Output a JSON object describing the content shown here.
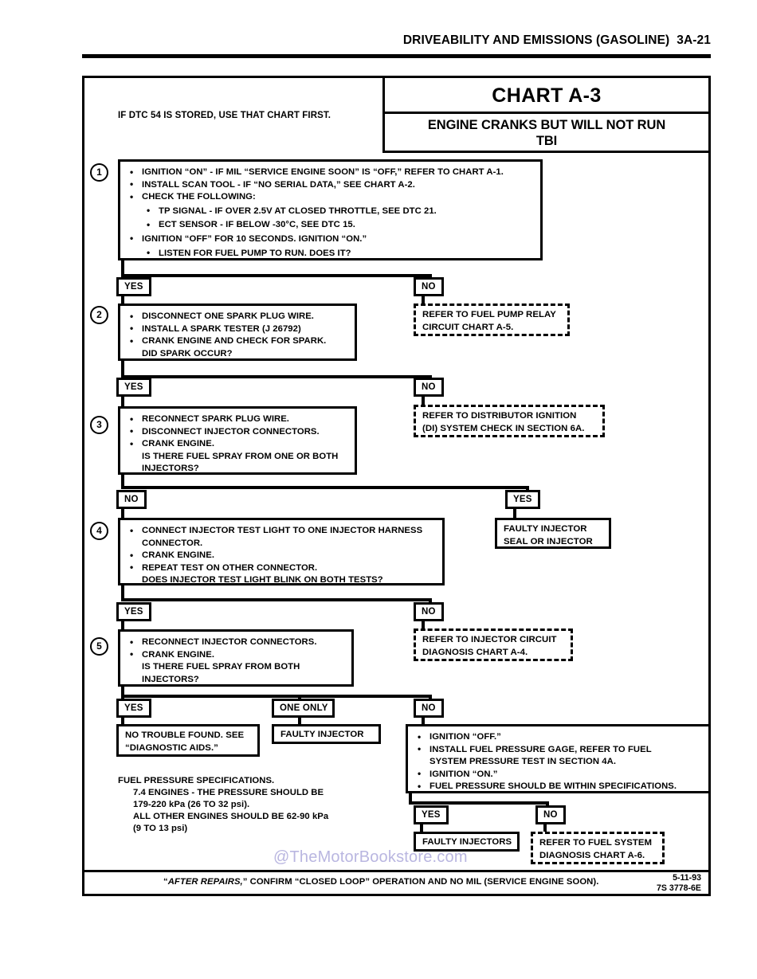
{
  "page": {
    "header_title": "DRIVEABILITY AND EMISSIONS (GASOLINE)",
    "header_page_number": "3A-21",
    "watermark": "@TheMotorBookstore.com"
  },
  "chart": {
    "title": "CHART A-3",
    "subtitle_line1": "ENGINE CRANKS BUT WILL NOT RUN",
    "subtitle_line2": "TBI",
    "intro_note": "IF DTC 54 IS STORED, USE THAT CHART FIRST."
  },
  "steps": [
    {
      "number": "1",
      "lines": [
        {
          "text": "IGNITION “ON” - IF MIL “SERVICE ENGINE SOON” IS “OFF,”  REFER TO CHART A-1.",
          "style": "bulleted"
        },
        {
          "text": "INSTALL SCAN TOOL - IF “NO SERIAL DATA,” SEE CHART A-2.",
          "style": "bulleted"
        },
        {
          "text": "CHECK THE FOLLOWING:",
          "style": "bulleted"
        },
        {
          "text": "TP SIGNAL - IF OVER 2.5V AT CLOSED THROTTLE,  SEE DTC 21.",
          "style": "sub"
        },
        {
          "text": "ECT SENSOR - IF BELOW -30°C, SEE DTC 15.",
          "style": "sub"
        },
        {
          "text": "IGNITION “OFF” FOR 10 SECONDS.  IGNITION “ON.”",
          "style": "bulleted"
        },
        {
          "text": "LISTEN FOR FUEL PUMP TO RUN.  DOES IT?",
          "style": "sub"
        }
      ]
    },
    {
      "number": "2",
      "lines": [
        {
          "text": "DISCONNECT ONE SPARK PLUG WIRE.",
          "style": "bulleted"
        },
        {
          "text": "INSTALL A SPARK TESTER (J 26792)",
          "style": "bulleted"
        },
        {
          "text": "CRANK ENGINE AND CHECK FOR SPARK.",
          "style": "bulleted"
        },
        {
          "text": "DID SPARK OCCUR?",
          "style": "cont"
        }
      ]
    },
    {
      "number": "3",
      "lines": [
        {
          "text": "RECONNECT SPARK PLUG WIRE.",
          "style": "bulleted"
        },
        {
          "text": "DISCONNECT INJECTOR CONNECTORS.",
          "style": "bulleted"
        },
        {
          "text": "CRANK ENGINE.",
          "style": "bulleted"
        },
        {
          "text": "IS THERE FUEL SPRAY FROM ONE OR BOTH",
          "style": "cont"
        },
        {
          "text": "INJECTORS?",
          "style": "cont"
        }
      ]
    },
    {
      "number": "4",
      "lines": [
        {
          "text": "CONNECT INJECTOR TEST LIGHT TO ONE INJECTOR HARNESS",
          "style": "bulleted"
        },
        {
          "text": "CONNECTOR.",
          "style": "cont"
        },
        {
          "text": "CRANK ENGINE.",
          "style": "bulleted"
        },
        {
          "text": "REPEAT TEST ON OTHER CONNECTOR.",
          "style": "bulleted"
        },
        {
          "text": "DOES INJECTOR TEST LIGHT BLINK ON BOTH TESTS?",
          "style": "cont"
        }
      ]
    },
    {
      "number": "5",
      "lines": [
        {
          "text": "RECONNECT INJECTOR CONNECTORS.",
          "style": "bulleted"
        },
        {
          "text": "CRANK ENGINE.",
          "style": "bulleted"
        },
        {
          "text": "IS THERE FUEL SPRAY FROM BOTH",
          "style": "cont"
        },
        {
          "text": "INJECTORS?",
          "style": "cont"
        }
      ]
    }
  ],
  "decisions": {
    "d1_yes": "YES",
    "d1_no": "NO",
    "d2_yes": "YES",
    "d2_no": "NO",
    "d3_no": "NO",
    "d3_yes": "YES",
    "d4_yes": "YES",
    "d4_no": "NO",
    "d5_yes": "YES",
    "d5_one_only": "ONE ONLY",
    "d5_no": "NO",
    "d6_yes": "YES",
    "d6_no": "NO"
  },
  "results": {
    "fuel_pump_relay": {
      "line1": "REFER TO FUEL PUMP RELAY",
      "line2": "CIRCUIT CHART A-5."
    },
    "distributor_ignition": {
      "line1": "REFER TO DISTRIBUTOR IGNITION",
      "line2": "(DI) SYSTEM CHECK IN SECTION 6A."
    },
    "faulty_injector_seal": {
      "line1": "FAULTY INJECTOR",
      "line2": "SEAL OR INJECTOR"
    },
    "injector_circuit": {
      "line1": "REFER TO INJECTOR CIRCUIT",
      "line2": "DIAGNOSIS CHART A-4."
    },
    "no_trouble_found": {
      "line1": "NO TROUBLE FOUND.  SEE",
      "line2": "“DIAGNOSTIC AIDS.”"
    },
    "faulty_injector": {
      "line1": "FAULTY INJECTOR"
    },
    "faulty_injectors": {
      "line1": "FAULTY INJECTORS"
    },
    "fuel_system_diagnosis": {
      "line1": "REFER TO FUEL SYSTEM",
      "line2": "DIAGNOSIS CHART A-6."
    }
  },
  "fuel_pressure_step": {
    "lines": [
      {
        "text": "IGNITION “OFF.”",
        "style": "bulleted"
      },
      {
        "text": "INSTALL FUEL PRESSURE GAGE, REFER TO FUEL",
        "style": "bulleted"
      },
      {
        "text": "SYSTEM PRESSURE TEST IN SECTION 4A.",
        "style": "cont"
      },
      {
        "text": "IGNITION “ON.”",
        "style": "bulleted"
      },
      {
        "text": "FUEL PRESSURE SHOULD BE WITHIN SPECIFICATIONS.",
        "style": "bulleted"
      }
    ]
  },
  "specifications": {
    "heading": "FUEL PRESSURE SPECIFICATIONS.",
    "lines": [
      "7.4 ENGINES - THE PRESSURE SHOULD BE",
      "179-220 kPa (26 TO 32 psi).",
      "ALL OTHER ENGINES SHOULD BE 62-90 kPa",
      "(9 TO 13 psi)"
    ]
  },
  "footer": {
    "note_prefix": "“",
    "note_italic": "AFTER REPAIRS,",
    "note_rest": "” CONFIRM “CLOSED LOOP” OPERATION AND NO MIL (SERVICE ENGINE SOON).",
    "date": "5-11-93",
    "code": "7S 3778-6E"
  }
}
